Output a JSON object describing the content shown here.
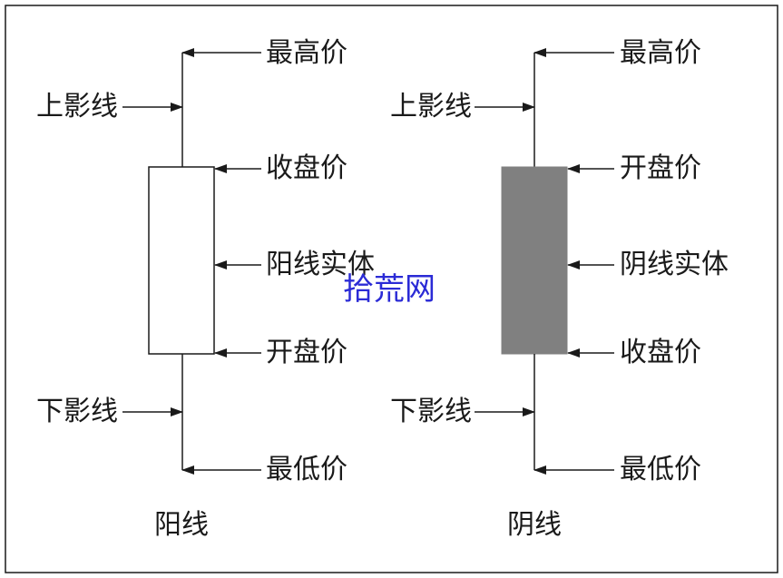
{
  "watermark": "拾荒网",
  "colors": {
    "line": "#1a1a1a",
    "yin_body": "#808080",
    "yang_body": "#ffffff",
    "watermark": "#2b2bd6"
  },
  "yang": {
    "title": "阳线",
    "upper_shadow": "上影线",
    "lower_shadow": "下影线",
    "high": "最高价",
    "close": "收盘价",
    "body": "阳线实体",
    "open": "开盘价",
    "low": "最低价"
  },
  "yin": {
    "title": "阴线",
    "upper_shadow": "上影线",
    "lower_shadow": "下影线",
    "high": "最高价",
    "open": "开盘价",
    "body": "阴线实体",
    "close": "收盘价",
    "low": "最低价"
  }
}
